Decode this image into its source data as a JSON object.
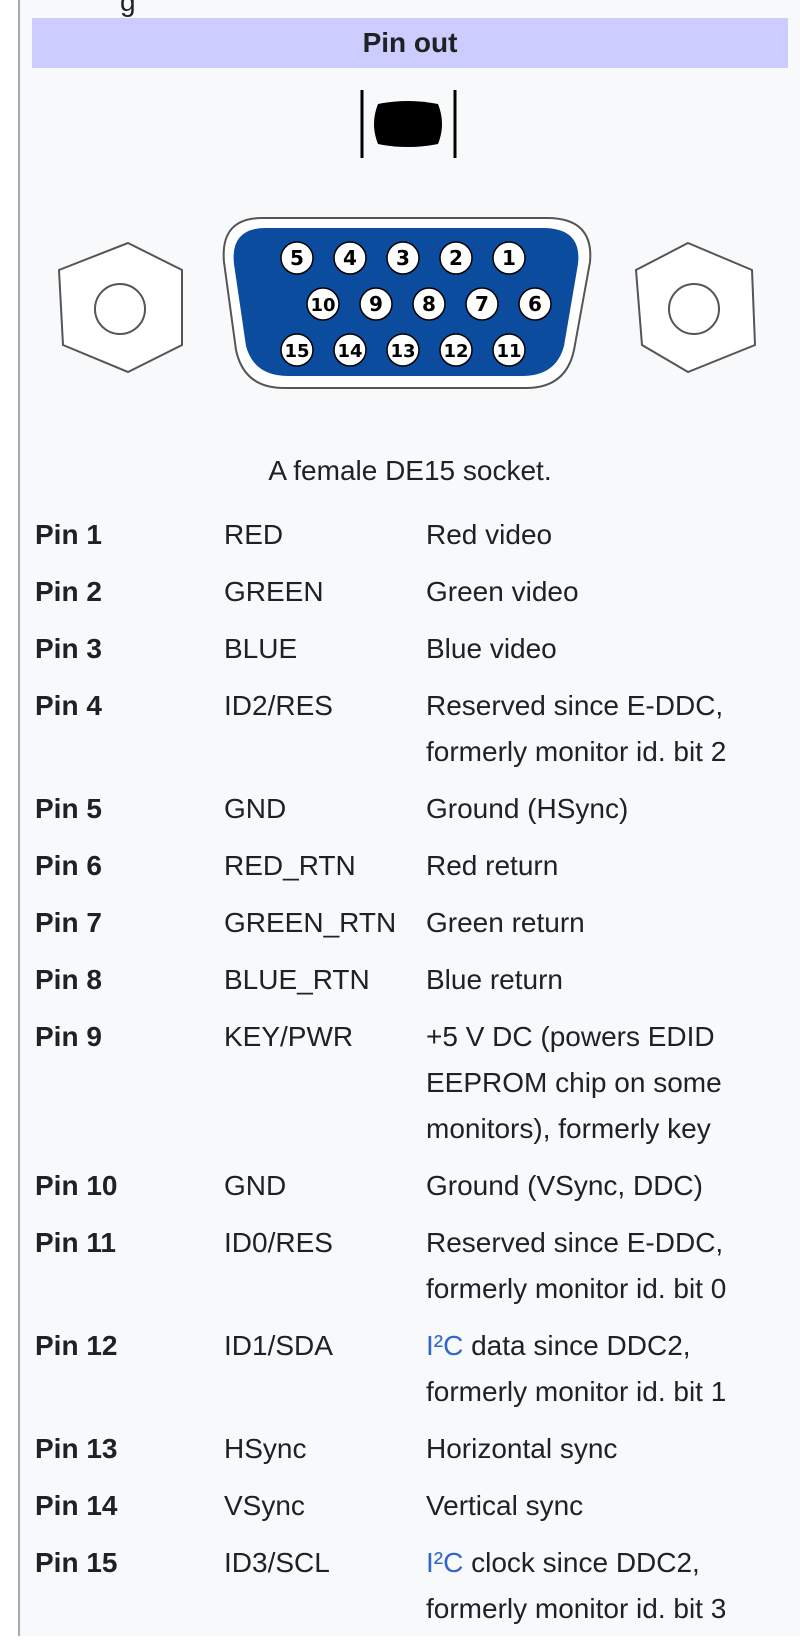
{
  "header": {
    "title": "Pin out"
  },
  "top_text": "g",
  "diagram": {
    "row1": [
      "5",
      "4",
      "3",
      "2",
      "1"
    ],
    "row2": [
      "10",
      "9",
      "8",
      "7",
      "6"
    ],
    "row3": [
      "15",
      "14",
      "13",
      "12",
      "11"
    ],
    "colors": {
      "shell": "#0b4c9e",
      "pin_fill": "#ffffff",
      "pin_text": "#000000"
    }
  },
  "caption": "A female DE15 socket.",
  "pins": [
    {
      "pin": "Pin 1",
      "signal": "RED",
      "desc": "Red video"
    },
    {
      "pin": "Pin 2",
      "signal": "GREEN",
      "desc": "Green video"
    },
    {
      "pin": "Pin 3",
      "signal": "BLUE",
      "desc": "Blue video"
    },
    {
      "pin": "Pin 4",
      "signal": "ID2/RES",
      "desc": "Reserved since E-DDC,\nformerly monitor id. bit 2"
    },
    {
      "pin": "Pin 5",
      "signal": "GND",
      "desc": "Ground (HSync)"
    },
    {
      "pin": "Pin 6",
      "signal": "RED_RTN",
      "desc": "Red return"
    },
    {
      "pin": "Pin 7",
      "signal": "GREEN_RTN",
      "desc": "Green return"
    },
    {
      "pin": "Pin 8",
      "signal": "BLUE_RTN",
      "desc": "Blue return"
    },
    {
      "pin": "Pin 9",
      "signal": "KEY/PWR",
      "desc": "+5 V DC (powers EDID\nEEPROM chip on some\nmonitors), formerly key"
    },
    {
      "pin": "Pin 10",
      "signal": "GND",
      "desc": "Ground (VSync, DDC)"
    },
    {
      "pin": "Pin 11",
      "signal": "ID0/RES",
      "desc": "Reserved since E-DDC,\nformerly monitor id. bit 0"
    },
    {
      "pin": "Pin 12",
      "signal": "ID1/SDA",
      "desc_link": "I²C",
      "desc": " data since DDC2,\nformerly monitor id. bit 1"
    },
    {
      "pin": "Pin 13",
      "signal": "HSync",
      "desc": "Horizontal sync"
    },
    {
      "pin": "Pin 14",
      "signal": "VSync",
      "desc": "Vertical sync"
    },
    {
      "pin": "Pin 15",
      "signal": "ID3/SCL",
      "desc_link": "I²C",
      "desc": " clock since DDC2,\nformerly monitor id. bit 3"
    }
  ]
}
